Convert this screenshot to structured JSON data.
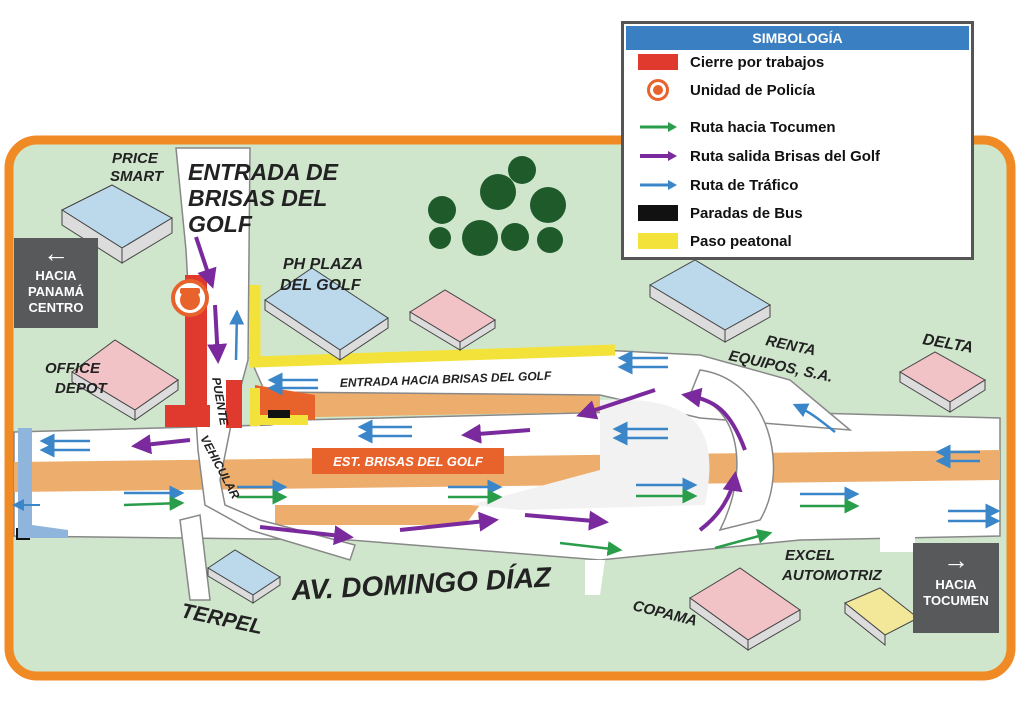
{
  "legend": {
    "title": "SIMBOLOGÍA",
    "items": [
      {
        "label": "Cierre por trabajos",
        "icon": "red-block",
        "color": "#e03a2e"
      },
      {
        "label": "Unidad de Policía",
        "icon": "police-icon",
        "color": "#e8622c"
      },
      {
        "label": "Ruta hacia Tocumen",
        "icon": "green-arrow",
        "color": "#2a9d4b"
      },
      {
        "label": "Ruta salida Brisas del Golf",
        "icon": "purple-arrow",
        "color": "#7b2a9e"
      },
      {
        "label": "Ruta de Tráfico",
        "icon": "blue-arrow",
        "color": "#3a86c8"
      },
      {
        "label": "Paradas de Bus",
        "icon": "black-block",
        "color": "#111111"
      },
      {
        "label": "Paso peatonal",
        "icon": "yellow-block",
        "color": "#f3e23a"
      }
    ]
  },
  "signs": {
    "panama": {
      "line1": "HACIA",
      "line2": "PANAMÁ",
      "line3": "CENTRO"
    },
    "tocumen": {
      "line1": "HACIA",
      "line2": "TOCUMEN"
    }
  },
  "labels": {
    "entrada_title_1": "ENTRADA DE",
    "entrada_title_2": "BRISAS DEL",
    "entrada_title_3": "GOLF",
    "price_1": "PRICE",
    "price_2": "SMART",
    "ph_1": "PH PLAZA",
    "ph_2": "DEL GOLF",
    "office_1": "OFFICE",
    "office_2": "DEPOT",
    "renta_1": "RENTA",
    "renta_2": "EQUIPOS, S.A.",
    "delta": "DELTA",
    "entrada_hacia": "ENTRADA HACIA BRISAS DEL GOLF",
    "puente_1": "PUENTE",
    "puente_2": "VEHICULAR",
    "estacion": "EST. BRISAS DEL GOLF",
    "avenida": "AV. DOMINGO DÍAZ",
    "terpel": "TERPEL",
    "excel_1": "EXCEL",
    "excel_2": "AUTOMOTRIZ",
    "copama": "COPAMA"
  },
  "colors": {
    "background": "#cfe6cc",
    "frame": "#f08a24",
    "road": "#ffffff",
    "median": "#edae6d",
    "building_blue": "#bcd9ec",
    "building_pink": "#f2c3c6",
    "building_yellow": "#f3e79a",
    "trees": "#1f5a2b"
  }
}
